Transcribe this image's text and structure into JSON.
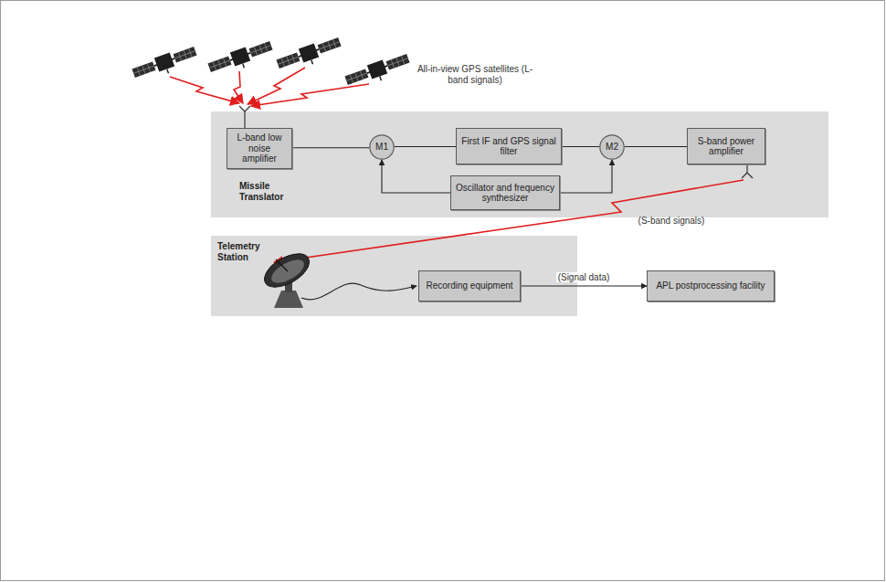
{
  "diagram": {
    "nodes": [
      {
        "text": [
          "Missile Translator"
        ]
      },
      {
        "text": [
          "L-band low noise amplifier"
        ],
        "in": 0
      },
      {
        "text": [
          "M1"
        ],
        "in": 0
      },
      {
        "text": [
          "First IF and GPS signal filter"
        ],
        "in": 0
      },
      {
        "text": [
          "M2"
        ],
        "in": 0
      },
      {
        "text": [
          "S-band power amplifier"
        ],
        "in": 0
      },
      {
        "text": [
          "Oscillator and frequency synthesizer"
        ],
        "in": 0
      },
      {
        "text": [
          "Telemetry Station"
        ]
      },
      {
        "text": [
          "Recording equipment"
        ],
        "in": 7
      },
      {
        "text": [
          "APL postprocessing facility"
        ]
      }
    ],
    "edges": [
      {
        "from": 1,
        "to": 2,
        "arrow": "none"
      },
      {
        "from": 2,
        "to": 3,
        "arrow": "none"
      },
      {
        "from": 3,
        "to": 4,
        "arrow": "none"
      },
      {
        "from": 4,
        "to": 5,
        "arrow": "none"
      },
      {
        "from": 6,
        "to": 2,
        "arrow": "to"
      },
      {
        "from": 6,
        "to": 4,
        "arrow": "to"
      },
      {
        "from": 8,
        "to": 9,
        "label": "(Signal data)",
        "arrow": "to"
      }
    ],
    "labels": [
      "All-in-view GPS satellites (L-band signals)",
      "(S-band signals)"
    ]
  }
}
